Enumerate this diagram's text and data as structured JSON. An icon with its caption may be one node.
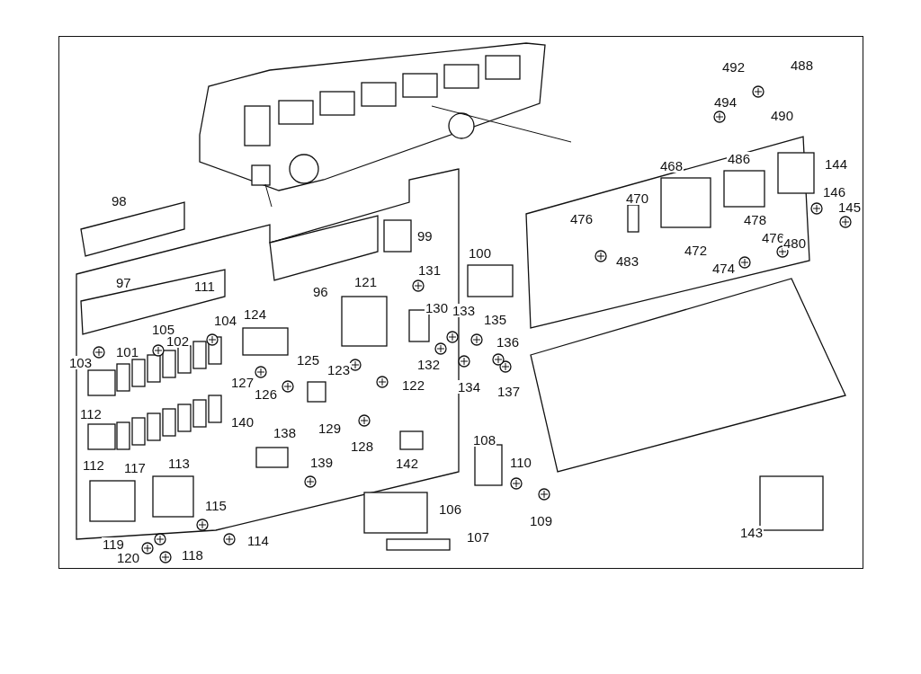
{
  "diagram": {
    "labels": [
      "492",
      "488",
      "494",
      "490",
      "468",
      "486",
      "144",
      "470",
      "146",
      "145",
      "98",
      "476",
      "478",
      "99",
      "476",
      "472",
      "480",
      "100",
      "483",
      "474",
      "131",
      "97",
      "111",
      "121",
      "96",
      "124",
      "130",
      "133",
      "104",
      "105",
      "135",
      "102",
      "101",
      "103",
      "136",
      "125",
      "132",
      "123",
      "127",
      "122",
      "134",
      "137",
      "126",
      "112",
      "140",
      "129",
      "138",
      "128",
      "108",
      "142",
      "139",
      "110",
      "112",
      "117",
      "113",
      "106",
      "115",
      "109",
      "143",
      "107",
      "114",
      "119",
      "120",
      "118"
    ]
  }
}
